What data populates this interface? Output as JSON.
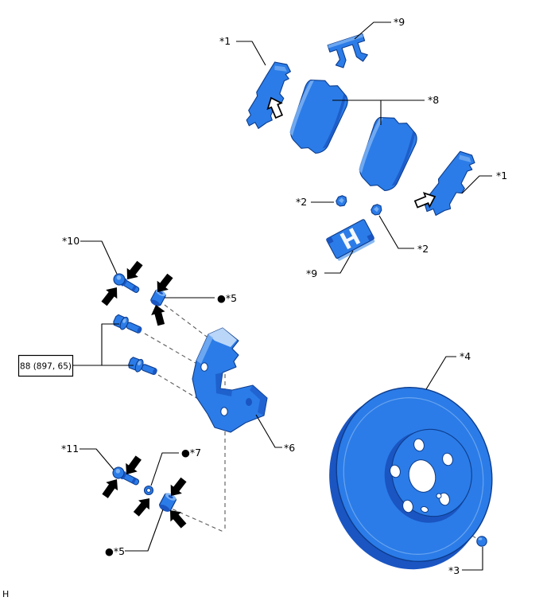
{
  "diagram": {
    "footer_letter": "H",
    "torque_spec_box": "88 (897, 65)",
    "callouts": {
      "shim_left": "*1",
      "clip_top": "*9",
      "pads": "*8",
      "shim_right": "*1",
      "indicator_left": "*2",
      "indicator_right": "*2",
      "clip_bottom": "*9",
      "slide_pin_top": "*10",
      "bushing_top": "●*5",
      "bracket": "*6",
      "ring": "●*7",
      "slide_pin_bottom": "*11",
      "bushing_bottom": "●*5",
      "disc": "*4",
      "plug": "*3"
    },
    "colors": {
      "part_blue": "#2b7ce8",
      "part_blue_dark": "#1a55c2",
      "part_blue_light": "#7db2f2",
      "part_highlight": "#c9e0fb",
      "outline_navy": "#0d3c8c",
      "dashed_gray": "#5a5a5a"
    }
  }
}
